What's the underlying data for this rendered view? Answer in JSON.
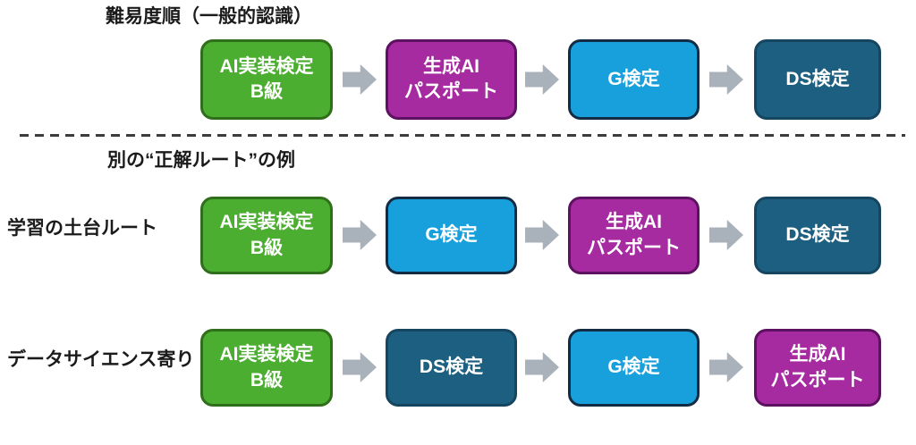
{
  "palette": {
    "green_fill": "#4cae30",
    "green_border": "#2f6e1a",
    "purple_fill": "#a62aa0",
    "purple_border": "#5c1260",
    "blue_fill": "#18a0dc",
    "blue_border": "#132c44",
    "teal_fill": "#1d5f80",
    "teal_border": "#16465f",
    "arrow": "#a9b1ba",
    "box_text": "#ffffff",
    "label_text": "#1b1b1b",
    "background": "#ffffff"
  },
  "titles": {
    "top": "難易度順（一般的認識）",
    "bottom": "別の“正解ルート”の例"
  },
  "rows": [
    {
      "label": "",
      "boxes": [
        {
          "label": "AI実装検定\nB級",
          "type": "green"
        },
        {
          "label": "生成AI\nパスポート",
          "type": "purple"
        },
        {
          "label": "G検定",
          "type": "blue"
        },
        {
          "label": "DS検定",
          "type": "teal"
        }
      ]
    },
    {
      "label": "学習の土台ルート",
      "boxes": [
        {
          "label": "AI実装検定\nB級",
          "type": "green"
        },
        {
          "label": "G検定",
          "type": "blue"
        },
        {
          "label": "生成AI\nパスポート",
          "type": "purple"
        },
        {
          "label": "DS検定",
          "type": "teal"
        }
      ]
    },
    {
      "label": "データサイエンス寄り",
      "boxes": [
        {
          "label": "AI実装検定\nB級",
          "type": "green"
        },
        {
          "label": "DS検定",
          "type": "teal"
        },
        {
          "label": "G検定",
          "type": "blue"
        },
        {
          "label": "生成AI\nパスポート",
          "type": "purple"
        }
      ]
    }
  ]
}
